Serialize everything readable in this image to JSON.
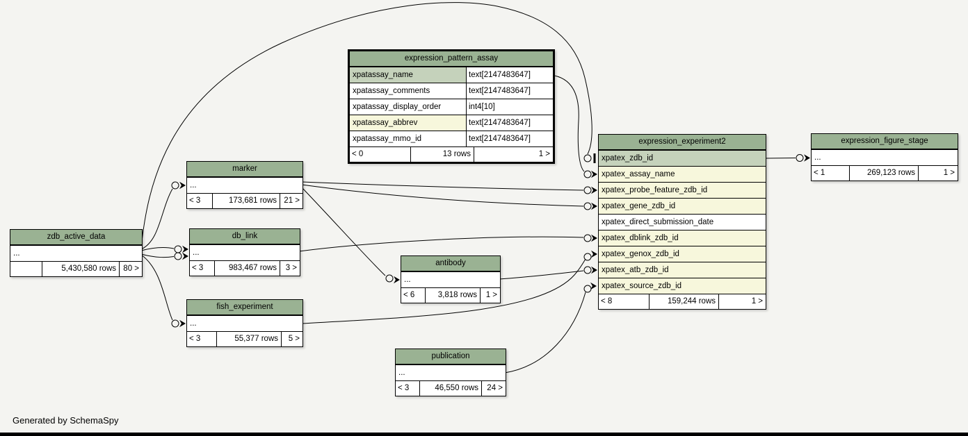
{
  "note": "Generated by SchemaSpy",
  "colors": {
    "background": "#f4f4f1",
    "table_header": "#9ab293",
    "primary_key_row": "#c5d2bb",
    "foreign_key_row": "#f7f7dc",
    "border": "#000000"
  },
  "tables": {
    "expression_pattern_assay": {
      "name": "expression_pattern_assay",
      "columns": [
        {
          "name": "xpatassay_name",
          "type": "text[2147483647]",
          "kind": "indexed"
        },
        {
          "name": "xpatassay_comments",
          "type": "text[2147483647]",
          "kind": "plain"
        },
        {
          "name": "xpatassay_display_order",
          "type": "int4[10]",
          "kind": "plain"
        },
        {
          "name": "xpatassay_abbrev",
          "type": "text[2147483647]",
          "kind": "indexed-alt"
        },
        {
          "name": "xpatassay_mmo_id",
          "type": "text[2147483647]",
          "kind": "plain"
        }
      ],
      "footer": {
        "left": "< 0",
        "center": "13 rows",
        "right": "1 >"
      }
    },
    "expression_experiment2": {
      "name": "expression_experiment2",
      "columns": [
        {
          "name": "xpatex_zdb_id",
          "kind": "pk"
        },
        {
          "name": "xpatex_assay_name",
          "kind": "fk"
        },
        {
          "name": "xpatex_probe_feature_zdb_id",
          "kind": "fk"
        },
        {
          "name": "xpatex_gene_zdb_id",
          "kind": "fk"
        },
        {
          "name": "xpatex_direct_submission_date",
          "kind": "plain"
        },
        {
          "name": "xpatex_dblink_zdb_id",
          "kind": "fk"
        },
        {
          "name": "xpatex_genox_zdb_id",
          "kind": "fk"
        },
        {
          "name": "xpatex_atb_zdb_id",
          "kind": "fk"
        },
        {
          "name": "xpatex_source_zdb_id",
          "kind": "fk"
        }
      ],
      "footer": {
        "left": "< 8",
        "center": "159,244 rows",
        "right": "1 >"
      }
    },
    "expression_figure_stage": {
      "name": "expression_figure_stage",
      "ellipsis": "...",
      "footer": {
        "left": "< 1",
        "center": "269,123 rows",
        "right": "1 >"
      }
    },
    "marker": {
      "name": "marker",
      "ellipsis": "...",
      "footer": {
        "left": "< 3",
        "center": "173,681 rows",
        "right": "21 >"
      }
    },
    "zdb_active_data": {
      "name": "zdb_active_data",
      "ellipsis": "...",
      "footer": {
        "left": "",
        "center": "5,430,580 rows",
        "right": "80 >"
      }
    },
    "db_link": {
      "name": "db_link",
      "ellipsis": "...",
      "footer": {
        "left": "< 3",
        "center": "983,467 rows",
        "right": "3 >"
      }
    },
    "antibody": {
      "name": "antibody",
      "ellipsis": "...",
      "footer": {
        "left": "< 6",
        "center": "3,818 rows",
        "right": "1 >"
      }
    },
    "fish_experiment": {
      "name": "fish_experiment",
      "ellipsis": "...",
      "footer": {
        "left": "< 3",
        "center": "55,377 rows",
        "right": "5 >"
      }
    },
    "publication": {
      "name": "publication",
      "ellipsis": "...",
      "footer": {
        "left": "< 3",
        "center": "46,550 rows",
        "right": "24 >"
      }
    }
  },
  "relationships": [
    {
      "from": "zdb_active_data",
      "to": "marker"
    },
    {
      "from": "zdb_active_data",
      "to": "db_link"
    },
    {
      "from": "zdb_active_data",
      "to": "db_link"
    },
    {
      "from": "zdb_active_data",
      "to": "fish_experiment"
    },
    {
      "from": "zdb_active_data",
      "to": "expression_experiment2.xpatex_zdb_id"
    },
    {
      "from": "expression_pattern_assay.xpatassay_name",
      "to": "expression_experiment2.xpatex_assay_name"
    },
    {
      "from": "marker",
      "to": "expression_experiment2.xpatex_probe_feature_zdb_id"
    },
    {
      "from": "marker",
      "to": "expression_experiment2.xpatex_gene_zdb_id"
    },
    {
      "from": "marker",
      "to": "antibody"
    },
    {
      "from": "db_link",
      "to": "expression_experiment2.xpatex_dblink_zdb_id"
    },
    {
      "from": "fish_experiment",
      "to": "expression_experiment2.xpatex_genox_zdb_id"
    },
    {
      "from": "antibody",
      "to": "expression_experiment2.xpatex_atb_zdb_id"
    },
    {
      "from": "publication",
      "to": "expression_experiment2.xpatex_source_zdb_id"
    },
    {
      "from": "expression_experiment2.xpatex_zdb_id",
      "to": "expression_figure_stage"
    }
  ]
}
